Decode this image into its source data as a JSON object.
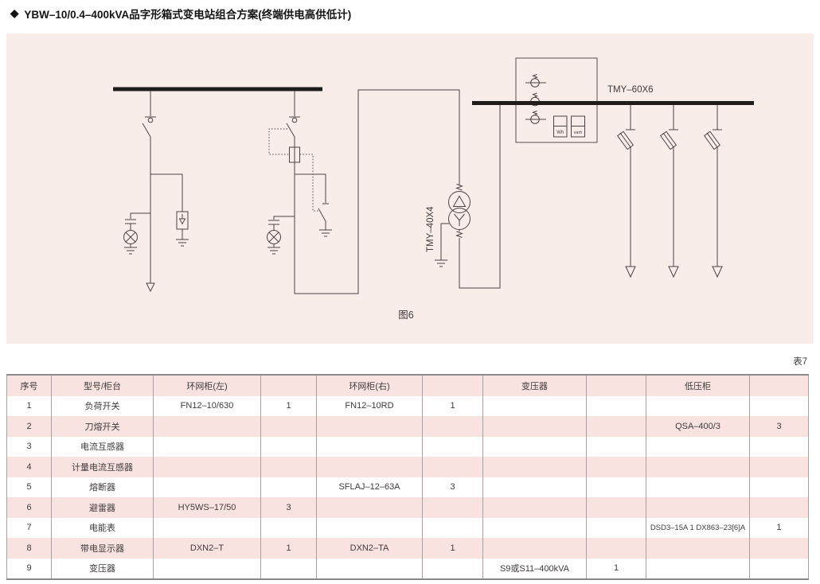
{
  "title": {
    "bullet": "◆",
    "text": "YBW–10/0.4–400kVA品字形箱式变电站组合方案(终端供电高供低计)"
  },
  "diagram": {
    "figure_label": "图6",
    "lv_busbar_label": "TMY–60X6",
    "transformer_label": "TMY–40X4",
    "meter": {
      "wh": "Wh",
      "varh": "varh"
    }
  },
  "table": {
    "caption": "表7",
    "headers": [
      "序号",
      "型号/柜台",
      "环网柜(左)",
      "",
      "环网柜(右)",
      "",
      "变压器",
      "",
      "低压柜",
      ""
    ],
    "rows": [
      [
        "1",
        "负荷开关",
        "FN12–10/630",
        "1",
        "FN12–10RD",
        "1",
        "",
        "",
        "",
        ""
      ],
      [
        "2",
        "刀熔开关",
        "",
        "",
        "",
        "",
        "",
        "",
        "QSA–400/3",
        "3"
      ],
      [
        "3",
        "电流互感器",
        "",
        "",
        "",
        "",
        "",
        "",
        "",
        ""
      ],
      [
        "4",
        "计量电流互感器",
        "",
        "",
        "",
        "",
        "",
        "",
        "",
        ""
      ],
      [
        "5",
        "熔断器",
        "",
        "",
        "SFLAJ–12–63A",
        "3",
        "",
        "",
        "",
        ""
      ],
      [
        "6",
        "避雷器",
        "HY5WS–17/50",
        "3",
        "",
        "",
        "",
        "",
        "",
        ""
      ],
      [
        "7",
        "电能表",
        "",
        "",
        "",
        "",
        "",
        "",
        "DSD3–15A 1 DX863–23[6]A",
        "1"
      ],
      [
        "8",
        "带电显示器",
        "DXN2–T",
        "1",
        "DXN2–TA",
        "1",
        "",
        "",
        "",
        ""
      ],
      [
        "9",
        "变压器",
        "",
        "",
        "",
        "",
        "S9或S11–400kVA",
        "1",
        "",
        ""
      ]
    ]
  },
  "colors": {
    "panel_background": "#f9edea",
    "table_pink_row": "#f9e3e0",
    "table_white_row": "#fefefe",
    "diagram_stroke": "#4c4444",
    "busbar": "#201c1c",
    "text": "#3f3b3b"
  }
}
